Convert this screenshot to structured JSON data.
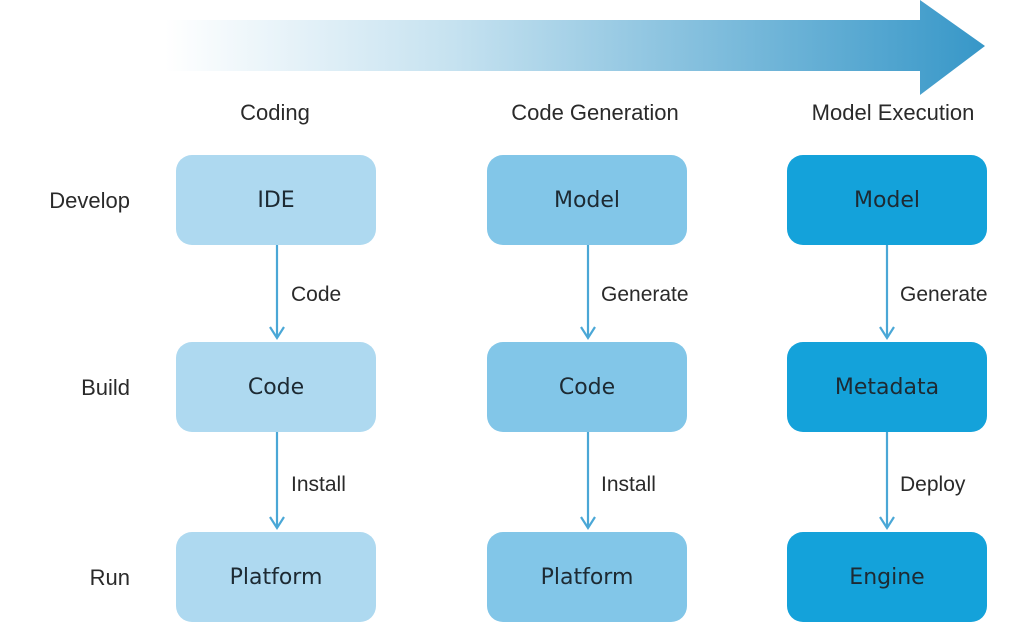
{
  "colors": {
    "arrow_start": "#ffffff",
    "arrow_end": "#3797c8",
    "column_coding": "#aed9f0",
    "column_code_generation": "#82c6e8",
    "column_model_execution": "#14a2da",
    "connector": "#4aa7d6"
  },
  "rows": [
    {
      "label": "Develop"
    },
    {
      "label": "Build"
    },
    {
      "label": "Run"
    }
  ],
  "columns": [
    {
      "header": "Coding",
      "nodes": [
        "IDE",
        "Code",
        "Platform"
      ],
      "edges": [
        "Code",
        "Install"
      ]
    },
    {
      "header": "Code Generation",
      "nodes": [
        "Model",
        "Code",
        "Platform"
      ],
      "edges": [
        "Generate",
        "Install"
      ]
    },
    {
      "header": "Model Execution",
      "nodes": [
        "Model",
        "Metadata",
        "Engine"
      ],
      "edges": [
        "Generate",
        "Deploy"
      ]
    }
  ]
}
